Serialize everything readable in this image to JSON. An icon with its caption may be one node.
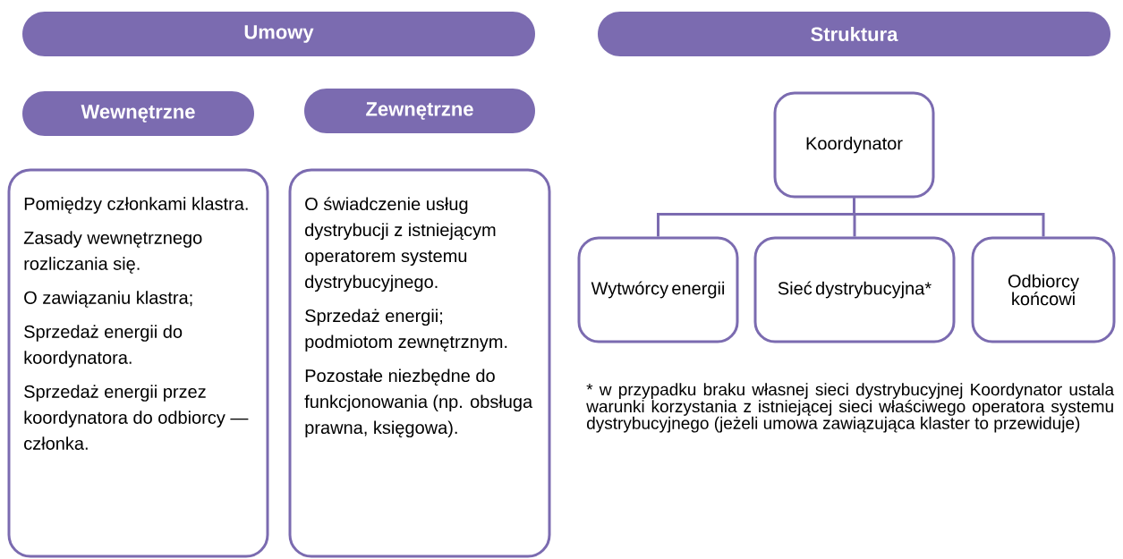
{
  "diagram": {
    "nodes": [
      {
        "text": [
          "Umowy"
        ]
      },
      {
        "text": [
          "Struktura"
        ]
      },
      {
        "text": [
          "Wewnętrzne"
        ]
      },
      {
        "text": [
          "Zewnętrzne"
        ]
      },
      {
        "text": [
          "Pomiędzy członkami klastra.",
          "Zasady wewnętrznego rozliczania się.",
          "O zawiązaniu klastra;",
          "Sprzedaż energii do koordynatora.",
          "Sprzedaż energii przez koordynatora do odbiorcy — członka."
        ]
      },
      {
        "text": [
          "O świadczenie usług dystrybucji z istniejącym operatorem systemu dystrybucyjnego.",
          "Sprzedaż energii; podmiotom zewnętrznym.",
          "Pozostałe niezbędne do funkcjonowania (np. obsługa prawna, księgowa)."
        ]
      },
      {
        "text": [
          "Koordynator"
        ]
      },
      {
        "text": [
          "Wytwórcy energii"
        ]
      },
      {
        "text": [
          "Sieć dystrybucyjna*"
        ]
      },
      {
        "text": [
          "Odbiorcy końcowi"
        ]
      }
    ],
    "edges": [
      {
        "from": 6,
        "to": 7,
        "arrow": "none"
      },
      {
        "from": 6,
        "to": 8,
        "arrow": "none"
      },
      {
        "from": 6,
        "to": 9,
        "arrow": "none"
      }
    ],
    "labels": [
      "* w przypadku braku własnej sieci dystrybucyjnej Koordynator ustala warunki korzystania z istniejącej sieci właściwego operatora systemu dystrybucyjnego (jeżeli umowa zawiązująca klaster to przewiduje)"
    ]
  }
}
